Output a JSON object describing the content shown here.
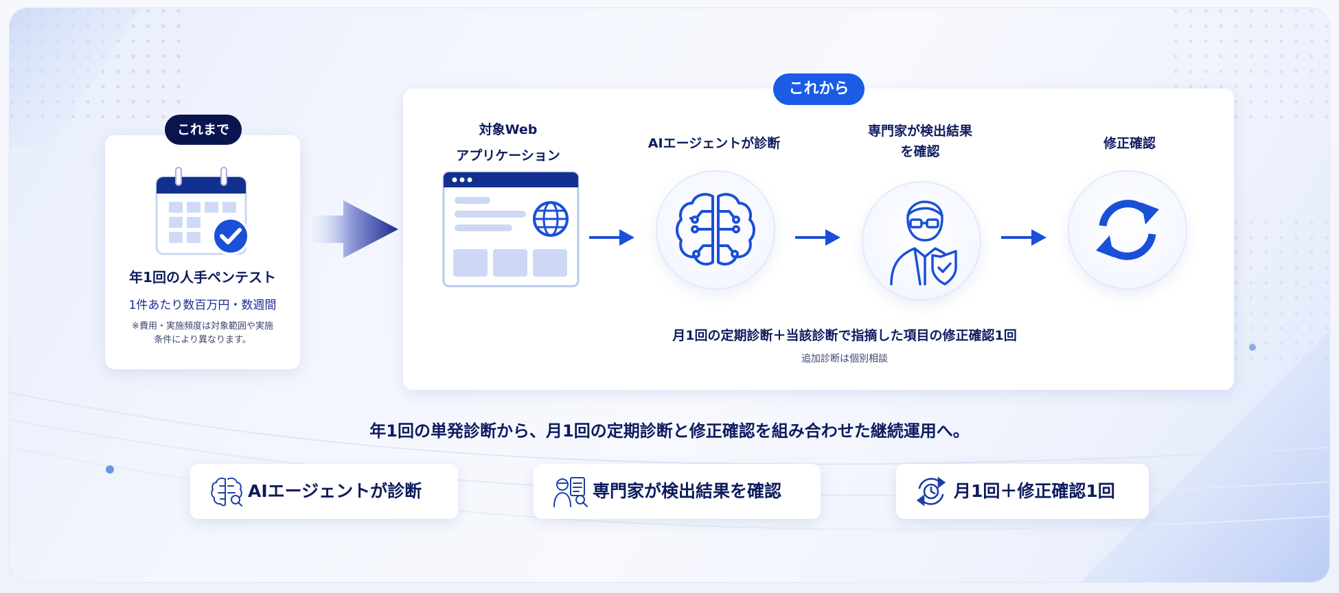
{
  "before": {
    "badge": "これまで",
    "title": "年1回の人手ペンテスト",
    "cost": "1件あたり数百万円・数週間",
    "note_line1": "※費用・実施頻度は対象範囲や実施",
    "note_line2": "条件により異なります。",
    "icon": "calendar-check-icon"
  },
  "after": {
    "badge": "これから",
    "steps": [
      {
        "label_line1": "対象Web",
        "label_line2": "アプリケーション",
        "icon": "web-app-window-icon"
      },
      {
        "label_line1": "AIエージェントが診断",
        "icon": "ai-brain-icon"
      },
      {
        "label_line1": "専門家が検出結果",
        "label_line2": "を確認",
        "icon": "expert-shield-icon"
      },
      {
        "label_line1": "修正確認",
        "icon": "refresh-cycle-icon"
      }
    ],
    "main_text": "月1回の定期診断＋当該診断で指摘した項目の修正確認1回",
    "sub_text": "追加診断は個別相談"
  },
  "summary": "年1回の単発診断から、月1回の定期診断と修正確認を組み合わせた継続運用へ。",
  "features": [
    {
      "label": "AIエージェントが診断",
      "icon": "ai-brain-small-icon"
    },
    {
      "label": "専門家が検出結果を確認",
      "icon": "expert-report-icon"
    },
    {
      "label": "月1回＋修正確認1回",
      "icon": "clock-cycle-icon"
    }
  ],
  "colors": {
    "navy": "#0a1550",
    "accent_blue": "#1a5ce6",
    "text": "#0d1b5e"
  }
}
